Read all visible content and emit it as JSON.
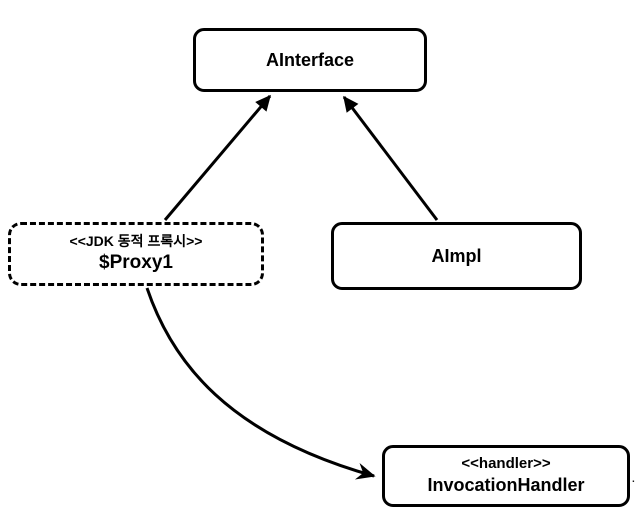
{
  "diagram": {
    "colors": {
      "background": "#ffffff",
      "stroke": "#000000",
      "text": "#000000"
    },
    "nodes": {
      "ainterface": {
        "label": "AInterface"
      },
      "proxy": {
        "stereotype": "<<JDK 동적 프록시>>",
        "label": "$Proxy1"
      },
      "aimpl": {
        "label": "AImpl"
      },
      "handler": {
        "stereotype": "<<handler>>",
        "label": "InvocationHandler"
      }
    },
    "edges": [
      {
        "from": "$Proxy1",
        "to": "AInterface",
        "line": "solid-straight",
        "arrowhead": "filled-triangle"
      },
      {
        "from": "AImpl",
        "to": "AInterface",
        "line": "solid-straight",
        "arrowhead": "filled-triangle"
      },
      {
        "from": "$Proxy1",
        "to": "InvocationHandler",
        "line": "solid-curved",
        "arrowhead": "stealth"
      }
    ],
    "stray_mark": "."
  }
}
